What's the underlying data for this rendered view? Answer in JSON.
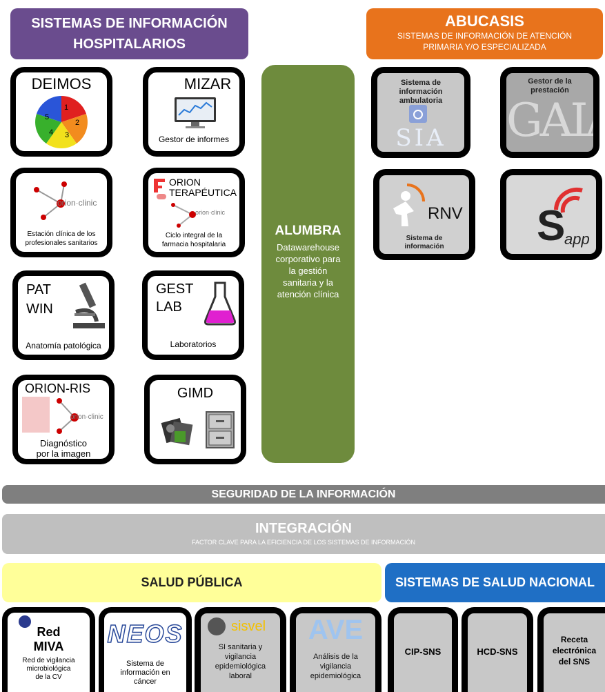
{
  "hospital": {
    "title_line1": "SISTEMAS DE INFORMACIÓN",
    "title_line2": "HOSPITALARIOS",
    "color": "#6a4c8e",
    "tiles": {
      "deimos": {
        "name": "DEIMOS",
        "wheel": [
          "1",
          "2",
          "3",
          "4",
          "5"
        ]
      },
      "mizar": {
        "name": "MIZAR",
        "caption": "Gestor de informes"
      },
      "orion_clinic": {
        "logo": "orion·clinic",
        "caption_l1": "Estación clínica de los",
        "caption_l2": "profesionales sanitarios"
      },
      "orion_farma": {
        "name_l1": "ORION",
        "name_l2": "TERAPÉUTICA",
        "logo": "orion·clinic",
        "caption_l1": "Ciclo integral de la",
        "caption_l2": "farmacia hospitalaria"
      },
      "patwin": {
        "name_l1": "PAT",
        "name_l2": "WIN",
        "caption": "Anatomía patológica"
      },
      "gestlab": {
        "name_l1": "GEST",
        "name_l2": "LAB",
        "caption": "Laboratorios"
      },
      "orionris": {
        "name": "ORION-RIS",
        "logo": "orion·clinic",
        "caption_l1": "Diagnóstico",
        "caption_l2": "por la imagen"
      },
      "gimd": {
        "name": "GIMD"
      }
    }
  },
  "alumbra": {
    "title": "ALUMBRA",
    "desc": [
      "Datawarehouse",
      "corporativo para",
      "la gestión",
      "sanitaria y la",
      "atención clínica"
    ],
    "color": "#6e8b3d"
  },
  "abucasis": {
    "title": "ABUCASIS",
    "sub_l1": "SISTEMAS DE INFORMACIÓN DE ATENCIÓN",
    "sub_l2": "PRIMARIA Y/O ESPECIALIZADA",
    "color": "#e8731c",
    "tiles": {
      "sia": {
        "caption_l1": "Sistema de",
        "caption_l2": "información",
        "caption_l3": "ambulatoria",
        "logo": "SIA"
      },
      "gaia": {
        "caption_l1": "Gestor de la",
        "caption_l2": "prestación",
        "logo": "GAIA"
      },
      "rnv": {
        "logo": "RNV",
        "caption_l1": "Sistema de",
        "caption_l2": "información"
      },
      "sapp": {
        "logo_s": "S",
        "logo_app": "app"
      }
    }
  },
  "seguridad": {
    "title": "SEGURIDAD DE LA INFORMACIÓN",
    "color": "#7f7f7f"
  },
  "integracion": {
    "title": "INTEGRACIÓN",
    "sub": "FACTOR CLAVE PARA LA EFICIENCIA DE LOS SISTEMAS DE INFORMACIÓN",
    "color": "#bfbfbf"
  },
  "salud_publica": {
    "title": "SALUD PÚBLICA",
    "color": "#ffff99",
    "tiles": {
      "miva": {
        "name_l1": "Red",
        "name_l2": "MIVA",
        "caption_l1": "Red de vigilancia",
        "caption_l2": "microbiológica",
        "caption_l3": "de la CV"
      },
      "neos": {
        "logo": "NEOS",
        "caption_l1": "Sistema de",
        "caption_l2": "información en",
        "caption_l3": "cáncer"
      },
      "sisvel": {
        "logo": "sisvel",
        "caption_l1": "SI sanitaria y",
        "caption_l2": "vigilancia",
        "caption_l3": "epidemiológica",
        "caption_l4": "laboral"
      },
      "ave": {
        "logo": "AVE",
        "caption_l1": "Análisis de la",
        "caption_l2": "vigilancia",
        "caption_l3": "epidemiológica"
      }
    }
  },
  "salud_nacional": {
    "title": "SISTEMAS DE SALUD NACIONAL",
    "color": "#1f6fc5",
    "tiles": {
      "cip": {
        "label": "CIP-SNS"
      },
      "hcd": {
        "label": "HCD-SNS"
      },
      "receta": {
        "label_l1": "Receta",
        "label_l2": "electrónica",
        "label_l3": "del SNS"
      }
    }
  }
}
